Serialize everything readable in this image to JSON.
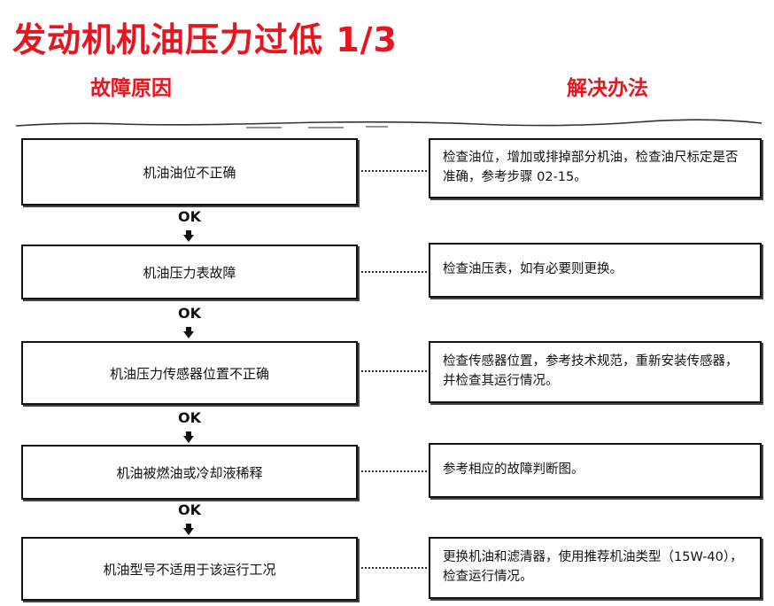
{
  "title": "发动机机油压力过低  1/3",
  "headers": {
    "cause": "故障原因",
    "solution": "解决办法"
  },
  "ok_label": "OK",
  "rows": [
    {
      "cause": "机油油位不正确",
      "solution": "检查油位，增加或排掉部分机油，检查油尺标定是否准确，参考步骤 02-15。"
    },
    {
      "cause": "机油压力表故障",
      "solution": "检查油压表，如有必要则更换。"
    },
    {
      "cause": "机油压力传感器位置不正确",
      "solution": "检查传感器位置，参考技术规范，重新安装传感器，并检查其运行情况。"
    },
    {
      "cause": "机油被燃油或冷却液稀释",
      "solution": "参考相应的故障判断图。"
    },
    {
      "cause": "机油型号不适用于该运行工况",
      "solution": "更换机油和滤清器，使用推荐机油类型（15W-40），检查运行情况。"
    }
  ]
}
